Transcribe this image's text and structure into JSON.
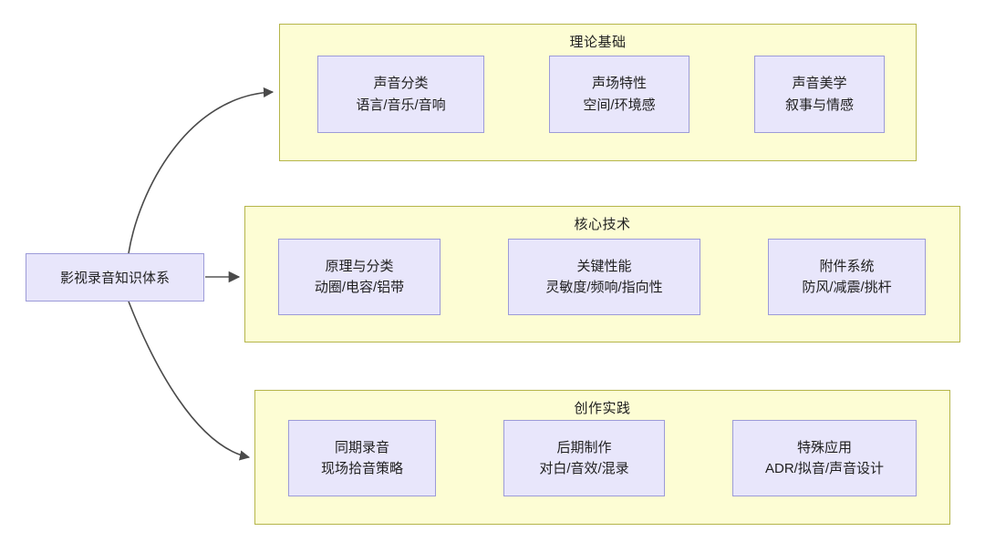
{
  "diagram": {
    "root": {
      "label": "影视录音知识体系"
    },
    "groups": [
      {
        "title": "理论基础",
        "nodes": [
          {
            "line1": "声音分类",
            "line2": "语言/音乐/音响"
          },
          {
            "line1": "声场特性",
            "line2": "空间/环境感"
          },
          {
            "line1": "声音美学",
            "line2": "叙事与情感"
          }
        ]
      },
      {
        "title": "核心技术",
        "nodes": [
          {
            "line1": "原理与分类",
            "line2": "动圈/电容/铝带"
          },
          {
            "line1": "关键性能",
            "line2": "灵敏度/频响/指向性"
          },
          {
            "line1": "附件系统",
            "line2": "防风/减震/挑杆"
          }
        ]
      },
      {
        "title": "创作实践",
        "nodes": [
          {
            "line1": "同期录音",
            "line2": "现场拾音策略"
          },
          {
            "line1": "后期制作",
            "line2": "对白/音效/混录"
          },
          {
            "line1": "特殊应用",
            "line2": "ADR/拟音/声音设计"
          }
        ]
      }
    ],
    "colors": {
      "group_fill": "#fdfdd4",
      "group_border": "#b5b54a",
      "node_fill": "#e8e6fb",
      "node_border": "#9c9bd8",
      "edge": "#6b6b6b",
      "background": "#ffffff",
      "text": "#1f1f1f"
    }
  }
}
